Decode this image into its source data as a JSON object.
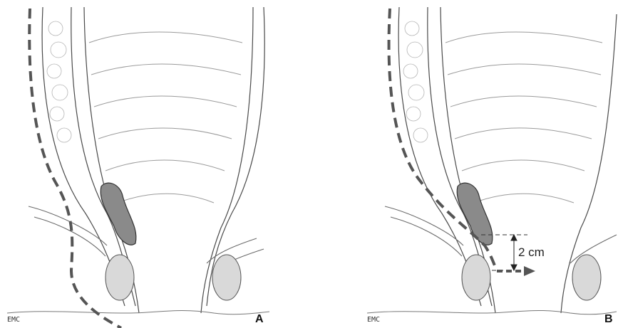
{
  "figure": {
    "panels": [
      {
        "id": "A",
        "letter": "A",
        "publisher_mark": "EMC"
      },
      {
        "id": "B",
        "letter": "B",
        "publisher_mark": "EMC",
        "measurement_label": "2 cm"
      }
    ]
  },
  "colors": {
    "line": "#3a3a3a",
    "tissue_fill": "#f4f4f4",
    "tumor_fill": "#8a8a8a",
    "cut_line": "#555555"
  }
}
